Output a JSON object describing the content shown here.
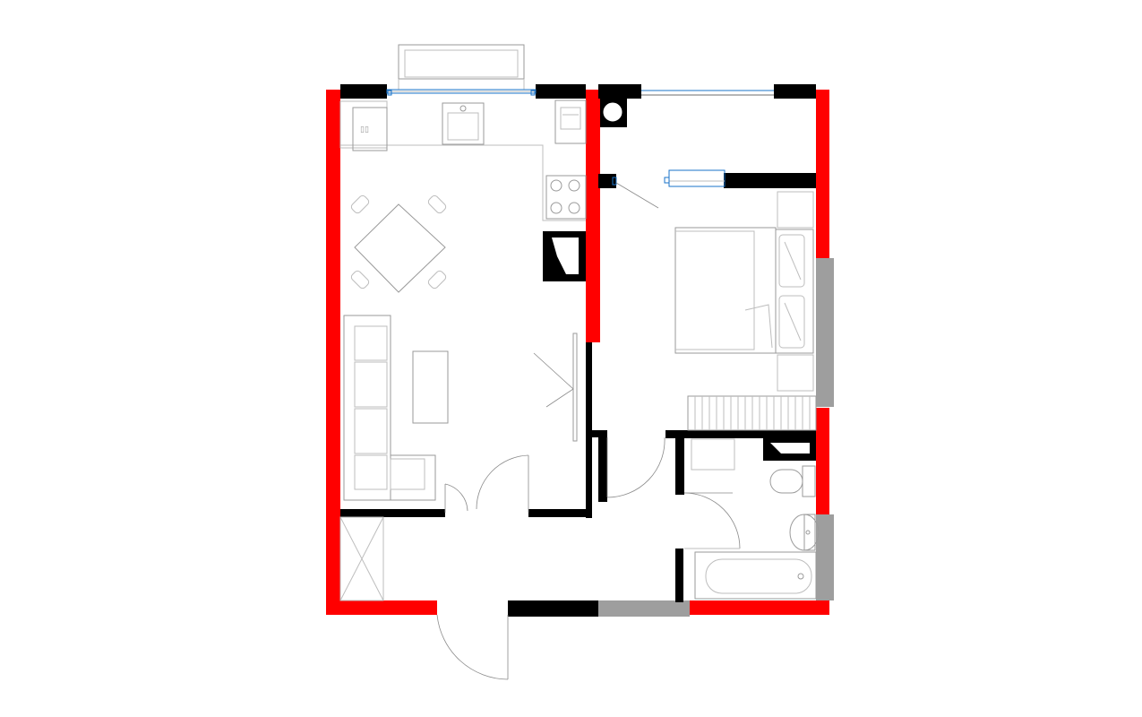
{
  "plan": {
    "colors": {
      "exterior_wall": "#ff0000",
      "interior_wall": "#000000",
      "partition": "#9e9e9e",
      "window_glass": "#1a73c9",
      "furniture_line": "#bdbdbd",
      "background": "#ffffff"
    },
    "rooms": [
      "kitchen-living",
      "bedroom",
      "bathroom",
      "hallway",
      "storage",
      "balcony"
    ]
  }
}
